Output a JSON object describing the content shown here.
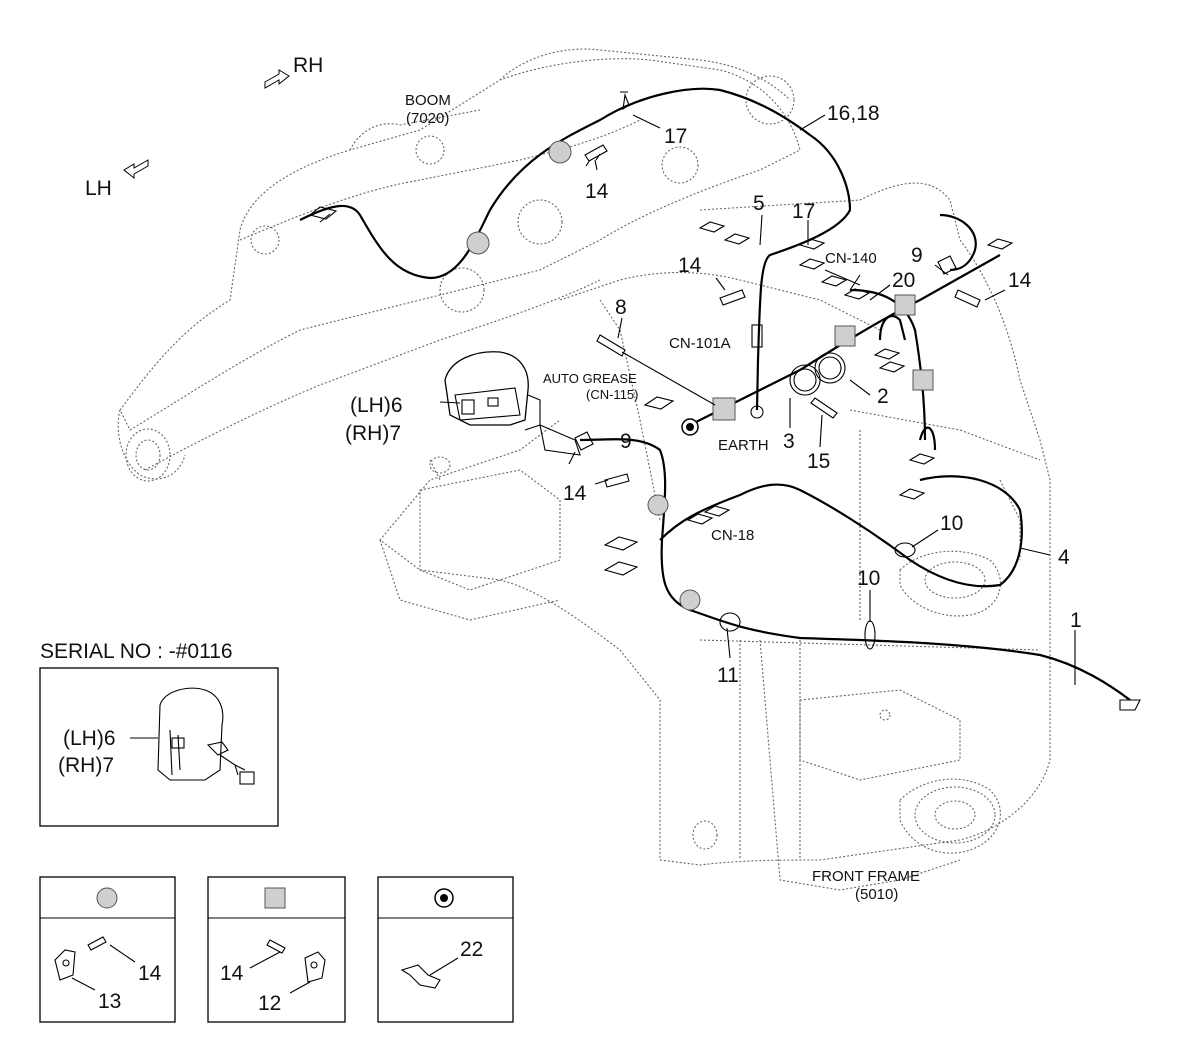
{
  "orientation": {
    "rh": "RH",
    "lh": "LH"
  },
  "boom": {
    "name": "BOOM",
    "code": "(7020)"
  },
  "front_frame": {
    "name": "FRONT FRAME",
    "code": "(5010)"
  },
  "connectors": {
    "cn140": "CN-140",
    "cn101a": "CN-101A",
    "auto_grease": "AUTO GREASE",
    "cn115": "(CN-115)",
    "earth": "EARTH",
    "cn18": "CN-18"
  },
  "callouts": {
    "c1": "1",
    "c2": "2",
    "c3": "3",
    "c4": "4",
    "c5": "5",
    "lh6": "(LH)6",
    "rh7": "(RH)7",
    "c8": "8",
    "c9a": "9",
    "c9b": "9",
    "c10a": "10",
    "c10b": "10",
    "c11": "11",
    "c14a": "14",
    "c14b": "14",
    "c14c": "14",
    "c14d": "14",
    "c15": "15",
    "c16_18": "16,18",
    "c17a": "17",
    "c17b": "17",
    "c20": "20"
  },
  "serial_panel": {
    "title": "SERIAL NO : -#0116",
    "lh": "(LH)6",
    "rh": "(RH)7"
  },
  "legend": {
    "circle": {
      "a": "14",
      "b": "13"
    },
    "square": {
      "a": "14",
      "b": "12"
    },
    "ring": {
      "a": "22"
    }
  },
  "colors": {
    "line": "#000000",
    "outline": "#666666",
    "marker_fill": "#cfcfcf"
  }
}
